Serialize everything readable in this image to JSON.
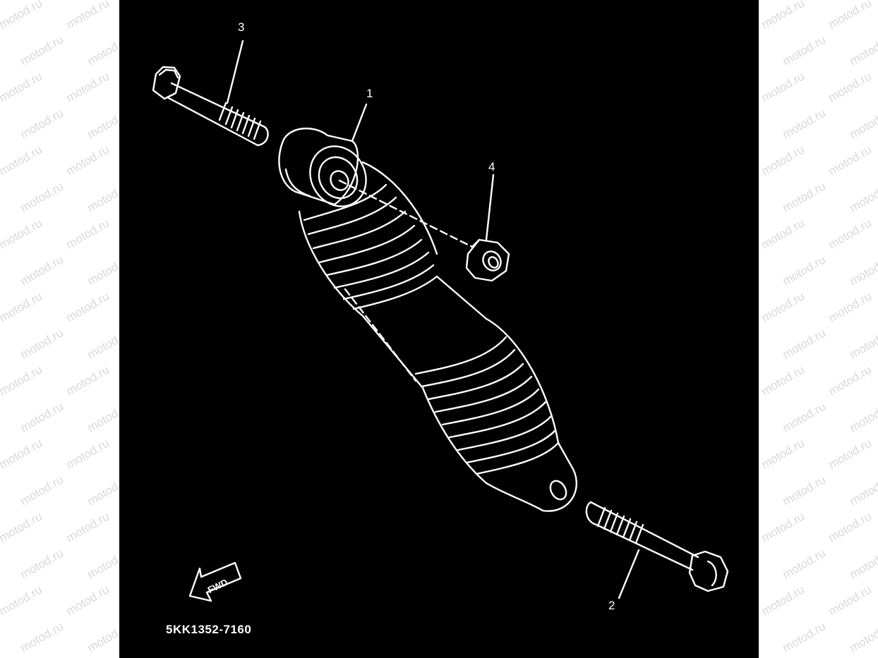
{
  "diagram": {
    "callouts": [
      {
        "id": "1",
        "label": "1"
      },
      {
        "id": "2",
        "label": "2"
      },
      {
        "id": "3",
        "label": "3"
      },
      {
        "id": "4",
        "label": "4"
      }
    ],
    "fwd_label": "FWD",
    "part_number": "5KK1352-7160"
  },
  "watermark": {
    "text": "motod.ru"
  },
  "colors": {
    "panel_background": "#000000",
    "line_art": "#ffffff",
    "page_background": "#ffffff",
    "watermark": "#d9d9d9"
  }
}
